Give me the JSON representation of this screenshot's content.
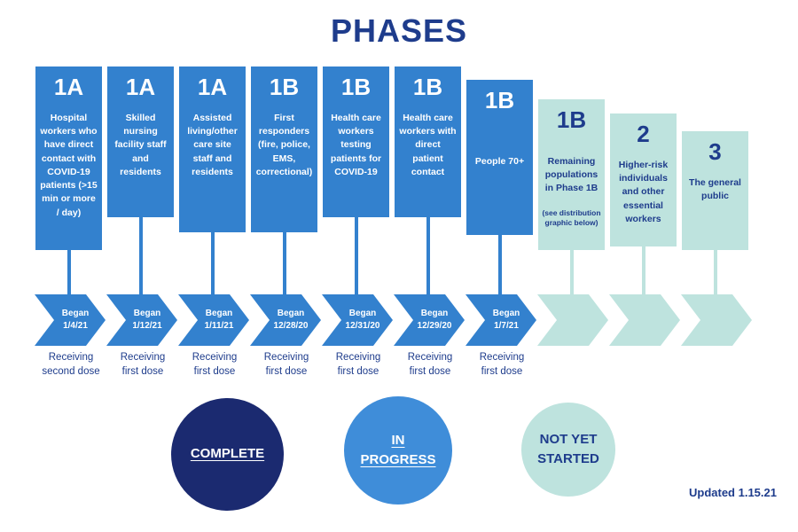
{
  "title": "PHASES",
  "updated_label": "Updated 1.15.21",
  "colors": {
    "navy_text": "#1e3c8c",
    "phase_blue": "#3381ce",
    "phase_teal": "#bee3de",
    "legend_complete": "#1b2a70",
    "legend_in_progress": "#3f8dd9",
    "legend_not_started": "#bee3de"
  },
  "columns": [
    {
      "phase": "1A",
      "description": "Hospital workers who have direct contact with COVID-19 patients (>15 min or more / day)",
      "began": "Began\n1/4/21",
      "receiving": "Receiving\nsecond dose"
    },
    {
      "phase": "1A",
      "description": "Skilled nursing facility staff and residents",
      "began": "Began\n1/12/21",
      "receiving": "Receiving\nfirst dose"
    },
    {
      "phase": "1A",
      "description": "Assisted living/other care site staff and residents",
      "began": "Began\n1/11/21",
      "receiving": "Receiving\nfirst dose"
    },
    {
      "phase": "1B",
      "description": "First responders (fire, police, EMS, correctional)",
      "began": "Began\n12/28/20",
      "receiving": "Receiving\nfirst dose"
    },
    {
      "phase": "1B",
      "description": "Health care workers testing patients for COVID-19",
      "began": "Began\n12/31/20",
      "receiving": "Receiving\nfirst dose"
    },
    {
      "phase": "1B",
      "description": "Health care workers with direct patient contact",
      "began": "Began\n12/29/20",
      "receiving": "Receiving\nfirst dose"
    },
    {
      "phase": "1B",
      "description": "People 70+",
      "began": "Began\n1/7/21",
      "receiving": "Receiving\nfirst dose"
    },
    {
      "phase": "1B",
      "description": "Remaining populations in Phase 1B",
      "note": "(see distribution graphic below)"
    },
    {
      "phase": "2",
      "description": "Higher-risk individuals and other essential workers"
    },
    {
      "phase": "3",
      "description": "The general public"
    }
  ],
  "legend": [
    {
      "label": "COMPLETE",
      "status": "complete"
    },
    {
      "label": "IN\nPROGRESS",
      "status": "in-progress"
    },
    {
      "label": "NOT YET\nSTARTED",
      "status": "not-yet-started"
    }
  ]
}
